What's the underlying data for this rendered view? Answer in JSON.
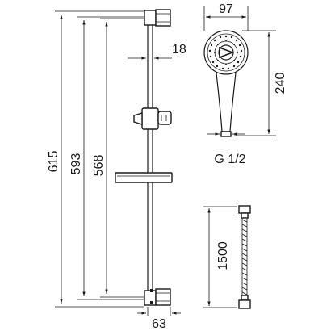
{
  "dimensions": {
    "total_height": "615",
    "rail_height": "593",
    "fixing_distance": "568",
    "rail_diameter": "18",
    "wall_offset": "63",
    "head_diameter": "97",
    "handle_length": "240",
    "thread": "G 1/2",
    "hose_length": "1500"
  },
  "colors": {
    "ink": "#1a1a1a",
    "background": "#ffffff"
  }
}
